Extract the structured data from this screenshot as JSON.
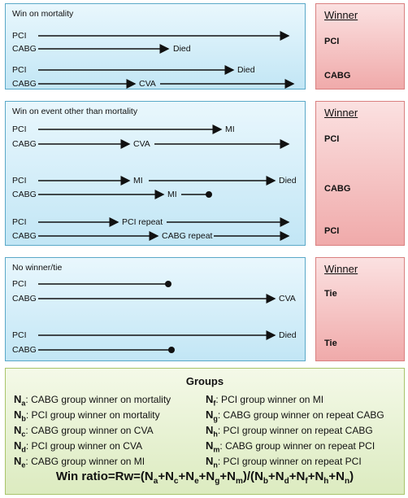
{
  "panels": [
    {
      "title": "Win on mortality",
      "winner_header": "Winner",
      "winners": [
        "PCI",
        "CABG"
      ],
      "rows": [
        {
          "label": "PCI",
          "event": ""
        },
        {
          "label": "CABG",
          "event": "Died"
        },
        {
          "label": "PCI",
          "event": "Died"
        },
        {
          "label": "CABG",
          "event": "CVA"
        }
      ]
    },
    {
      "title": "Win on event other than mortality",
      "winner_header": "Winner",
      "winners": [
        "PCI",
        "CABG",
        "PCI"
      ],
      "rows": [
        {
          "label": "PCI",
          "event": "MI"
        },
        {
          "label": "CABG",
          "event": "CVA"
        },
        {
          "label": "PCI",
          "event": "MI",
          "event2": "Died"
        },
        {
          "label": "CABG",
          "event": "MI"
        },
        {
          "label": "PCI",
          "event": "PCI repeat"
        },
        {
          "label": "CABG",
          "event": "CABG repeat"
        }
      ]
    },
    {
      "title": "No winner/tie",
      "winner_header": "Winner",
      "winners": [
        "Tie",
        "Tie"
      ],
      "rows": [
        {
          "label": "PCI",
          "event": ""
        },
        {
          "label": "CABG",
          "event": "CVA"
        },
        {
          "label": "PCI",
          "event": "Died"
        },
        {
          "label": "CABG",
          "event": ""
        }
      ]
    }
  ],
  "groups": {
    "title": "Groups",
    "left": [
      {
        "sub": "a",
        "text": ": CABG group winner on mortality"
      },
      {
        "sub": "b",
        "text": ": PCI group winner on mortality"
      },
      {
        "sub": "c",
        "text": ": CABG group winner on CVA"
      },
      {
        "sub": "d",
        "text": ": PCI group winner on CVA"
      },
      {
        "sub": "e",
        "text": ": CABG group winner on MI"
      }
    ],
    "right": [
      {
        "sub": "f",
        "text": ": PCI group winner on MI"
      },
      {
        "sub": "g",
        "text": ": CABG group winner on repeat CABG"
      },
      {
        "sub": "h",
        "text": ": PCI group winner on repeat CABG"
      },
      {
        "sub": "m",
        "text": ": CABG group winner on repeat PCI"
      },
      {
        "sub": "n",
        "text": ": PCI group winner on repeat PCI"
      }
    ],
    "letter": "N",
    "ratio_prefix": "Win ratio=Rw=(N",
    "ratio_num_subs": [
      "a",
      "c",
      "e",
      "g",
      "m"
    ],
    "ratio_den_subs": [
      "b",
      "d",
      "f",
      "h",
      "n"
    ]
  }
}
